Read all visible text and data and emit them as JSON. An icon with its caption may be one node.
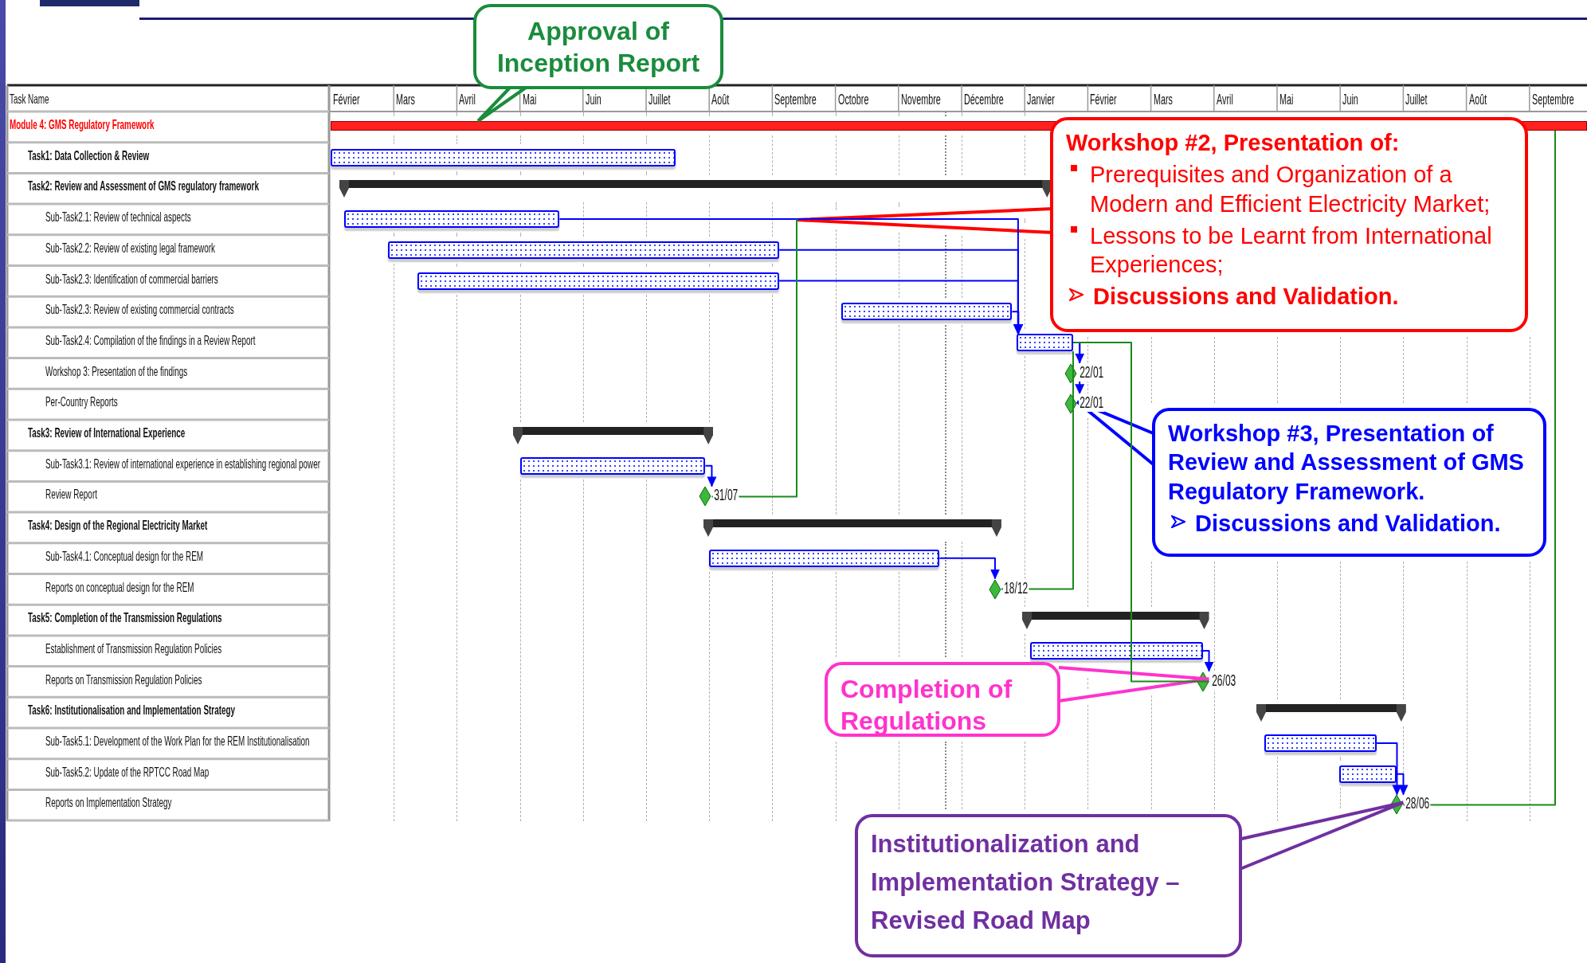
{
  "diagram": {
    "nodes": [
      {
        "text": [
          "Approval of Inception Report"
        ]
      },
      {
        "text": [
          "Workshop #2, Presentation of:",
          "Prerequisites and Organization of a Modern and Efficient Electricity Market;",
          "Lessons to be Learnt from International Experiences;",
          "Discussions and Validation."
        ]
      },
      {
        "text": [
          "Workshop #3, Presentation of Review and Assessment of GMS Regulatory Framework.",
          "Discussions and Validation."
        ]
      },
      {
        "text": [
          "Completion of Regulations"
        ]
      },
      {
        "text": [
          "Institutionalization and Implementation Strategy – Revised Road Map"
        ]
      },
      {
        "text": [],
        "shape": "bar"
      },
      {
        "text": [],
        "shape": "bar"
      },
      {
        "text": [],
        "shape": "bar"
      },
      {
        "text": [],
        "shape": "bar"
      },
      {
        "text": [],
        "shape": "bar"
      },
      {
        "text": [],
        "shape": "bar"
      },
      {
        "text": [],
        "shape": "bar"
      },
      {
        "text": [],
        "shape": "bar"
      },
      {
        "text": [],
        "shape": "diamond",
        "beside": [
          "22/01"
        ]
      },
      {
        "text": [],
        "shape": "diamond",
        "beside": [
          "22/01"
        ]
      },
      {
        "text": [],
        "shape": "bar"
      },
      {
        "text": [],
        "shape": "bar"
      },
      {
        "text": [],
        "shape": "diamond",
        "beside": [
          "31/07"
        ]
      },
      {
        "text": [],
        "shape": "bar"
      },
      {
        "text": [],
        "shape": "bar"
      },
      {
        "text": [],
        "shape": "diamond",
        "beside": [
          "18/12"
        ]
      },
      {
        "text": [],
        "shape": "bar"
      },
      {
        "text": [],
        "shape": "bar"
      },
      {
        "text": [],
        "shape": "diamond",
        "beside": [
          "26/03"
        ]
      },
      {
        "text": [],
        "shape": "bar"
      },
      {
        "text": [],
        "shape": "bar"
      },
      {
        "text": [],
        "shape": "bar"
      },
      {
        "text": [],
        "shape": "diamond",
        "beside": [
          "28/06"
        ]
      }
    ],
    "edges": [
      {
        "from": 0,
        "to": 5,
        "arrow": "none",
        "color": "#1a8c3c"
      },
      {
        "from": 1,
        "to": null,
        "arrow": "none",
        "color": "#ff0000"
      },
      {
        "from": 2,
        "to": 14,
        "arrow": "none"
      },
      {
        "from": 3,
        "to": 23,
        "arrow": "none",
        "color": "#ff33cc"
      },
      {
        "from": 4,
        "to": 27,
        "arrow": "none",
        "color": "#7030a0"
      },
      {
        "from": 8,
        "to": 12,
        "arrow": "to"
      },
      {
        "from": 9,
        "to": 12,
        "arrow": "to"
      },
      {
        "from": 10,
        "to": 12,
        "arrow": "to"
      },
      {
        "from": 11,
        "to": 12,
        "arrow": "to"
      },
      {
        "from": 12,
        "to": 13,
        "arrow": "to"
      },
      {
        "from": 12,
        "to": 14,
        "arrow": "to"
      },
      {
        "from": 16,
        "to": 17,
        "arrow": "to"
      },
      {
        "from": 19,
        "to": 20,
        "arrow": "to"
      },
      {
        "from": 22,
        "to": 23,
        "arrow": "to"
      },
      {
        "from": 25,
        "to": 27,
        "arrow": "to"
      },
      {
        "from": 26,
        "to": 27,
        "arrow": "to"
      },
      {
        "from": 17,
        "to": null,
        "arrow": "none",
        "color": "#1a8a1a"
      },
      {
        "from": 20,
        "to": 12,
        "arrow": "none",
        "color": "#1a8a1a"
      },
      {
        "from": 23,
        "to": 12,
        "arrow": "none",
        "color": "#1a8a1a"
      },
      {
        "from": 27,
        "to": 5,
        "arrow": "none",
        "color": "#1a8a1a"
      }
    ],
    "labels": [
      "Task Name",
      "Février",
      "Mars",
      "Avril",
      "Mai",
      "Juin",
      "Juillet",
      "Août",
      "Septembre",
      "Octobre",
      "Novembre",
      "Décembre",
      "Janvier",
      "Février",
      "Mars",
      "Avril",
      "Mai",
      "Juin",
      "Juillet",
      "Août",
      "Septembre",
      "Module 4: GMS Regulatory Framework",
      "Task1: Data Collection & Review",
      "Task2: Review and Assessment of GMS regulatory framework",
      "Sub-Task2.1: Review of technical aspects",
      "Sub-Task2.2: Review of existing legal framework",
      "Sub-Task2.3: Identification of commercial barriers",
      "Sub-Task2.3: Review of existing commercial contracts",
      "Sub-Task2.4: Compilation of the findings in a Review Report",
      "Workshop 3: Presentation of the findings",
      "Per-Country Reports",
      "Task3: Review of International Experience",
      "Sub-Task3.1: Review of international experience in establishing regional power",
      "Review Report",
      "Task4: Design of the Regional Electricity Market",
      "Sub-Task4.1: Conceptual design for the REM",
      "Reports on conceptual design for the REM",
      "Task5: Completion of the Transmission Regulations",
      "Establishment of Transmission Regulation Policies",
      "Reports on Transmission Regulation Policies",
      "Task6: Institutionalisation and Implementation Strategy",
      "Sub-Task5.1: Development of the Work Plan for the REM Institutionalisation",
      "Sub-Task5.2: Update of the RPTCC Road Map",
      "Reports on Implementation Strategy"
    ]
  }
}
